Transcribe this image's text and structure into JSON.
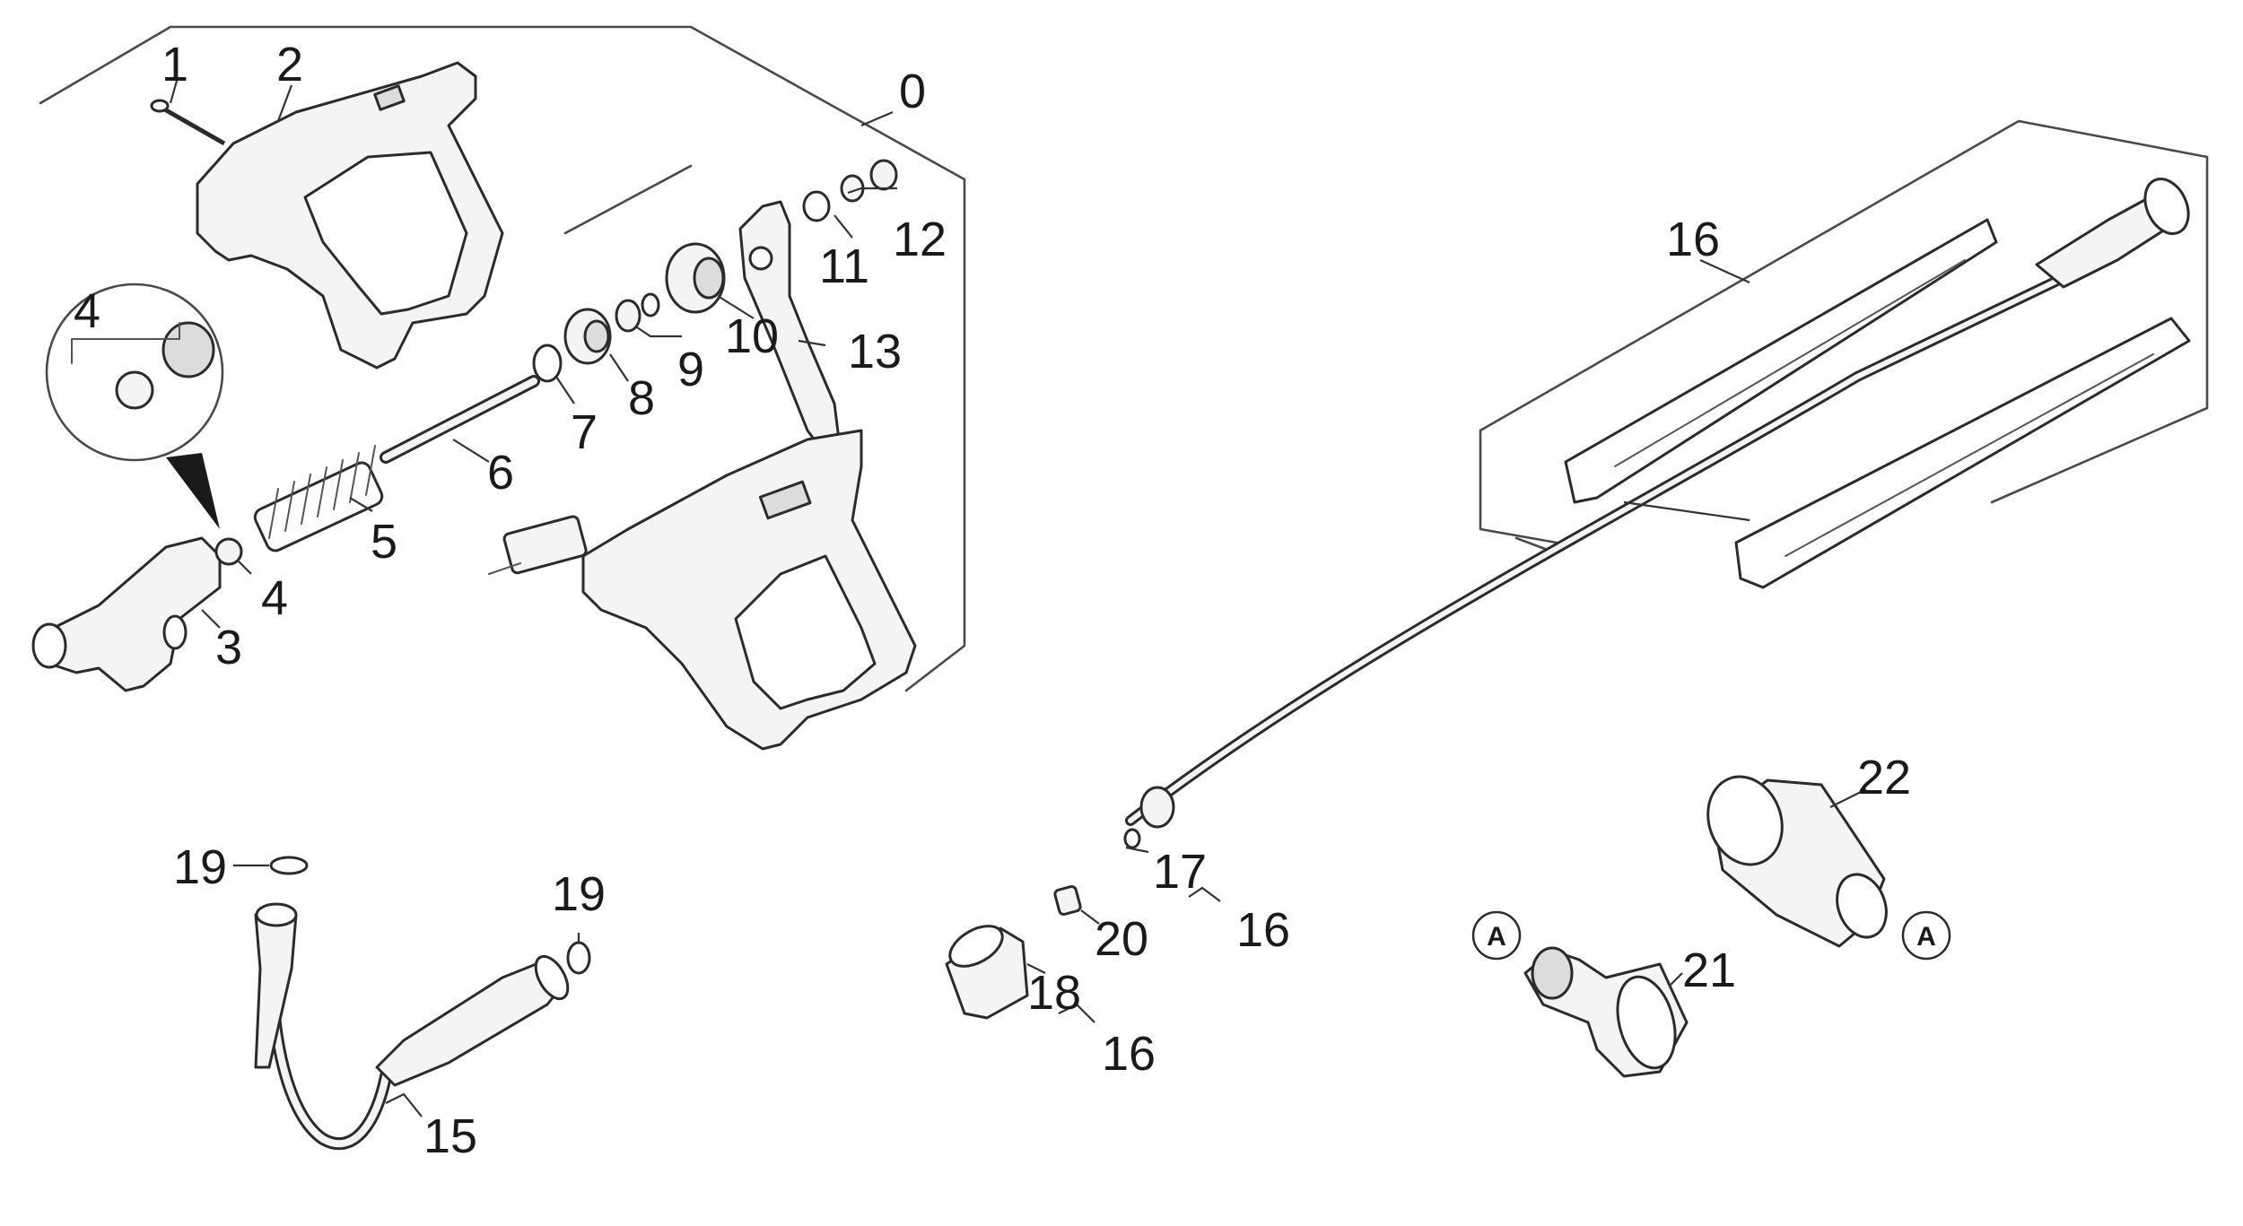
{
  "diagram": {
    "type": "exploded-parts-view",
    "callouts": [
      "1",
      "2",
      "0",
      "4",
      "12",
      "11",
      "10",
      "9",
      "13",
      "8",
      "7",
      "6",
      "5",
      "4",
      "3",
      "16",
      "22",
      "17",
      "16",
      "19",
      "19",
      "20",
      "18",
      "16",
      "21",
      "15"
    ],
    "connection_markers": [
      "A",
      "A"
    ]
  },
  "colors": {
    "line": "#2b2b2b",
    "fill": "#f4f4f4",
    "background": "#ffffff"
  }
}
